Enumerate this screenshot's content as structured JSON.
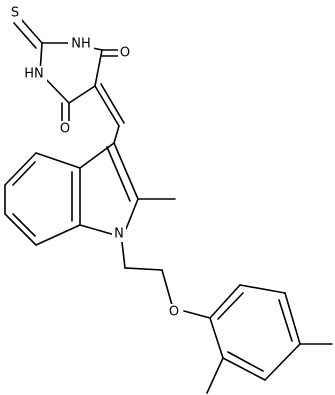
{
  "molecule": {
    "atoms": {
      "sulfur": "S",
      "nh_top": "NH",
      "nh_bottom": "HN",
      "oxygen_top": "O",
      "oxygen_bottom": "O",
      "indole_n": "N",
      "ether_o": "O"
    },
    "colors": {
      "bond": "#000000",
      "label": "#000000",
      "background": "#ffffff"
    }
  }
}
